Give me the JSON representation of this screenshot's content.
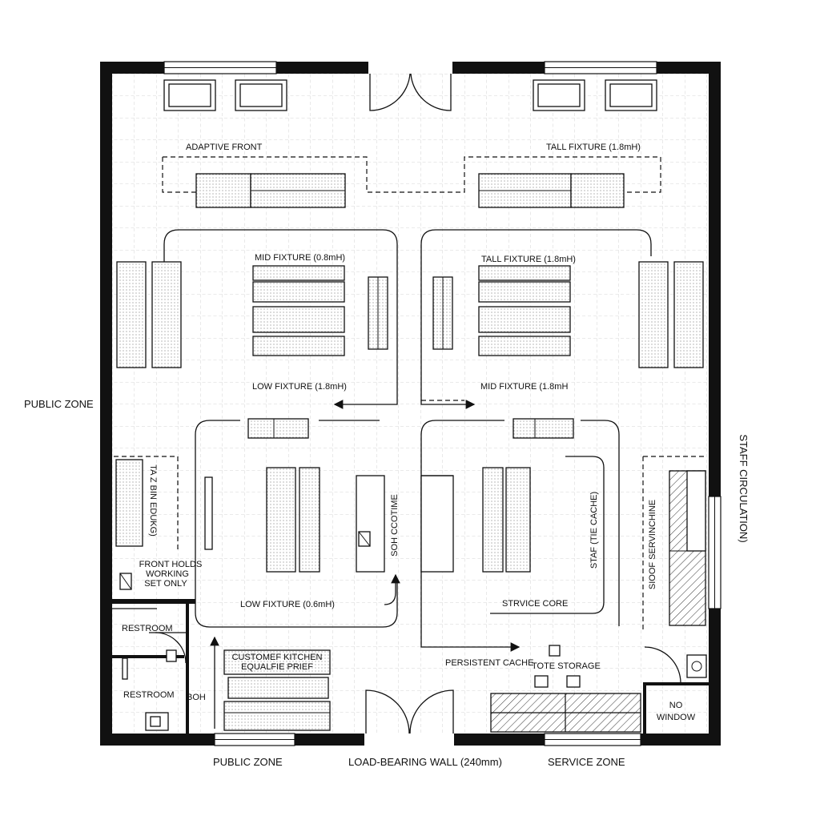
{
  "labels": {
    "adaptive_front": "ADAPTIVE FRONT",
    "tall_fixture_top": "TALL FIXTURE (1.8mH)",
    "mid_fixture_left": "MID FIXTURE (0.8mH)",
    "tall_fixture_right": "TALL FIXTURE (1.8mH)",
    "low_fixture_left": "LOW FIXTURE (1.8mH)",
    "mid_fixture_right": "MID FIXTURE (1.8mH",
    "public_zone_left": "PUBLIC ZONE",
    "staff_circulation": "STAFF CIRCULATION)",
    "taz_bin_edukg": "TA Z BIN EDUKG)",
    "front_holds": [
      "FRONT HOLDS",
      "WORKING",
      "SET ONLY"
    ],
    "soh_ccotime": "SOH CCOTIME",
    "staf_cache": "STAF (TIE CACHE)",
    "sioof_servinchine": "SIOOF SERVINCHINE",
    "low_fixture_bottom": "LOW FIXTURE (0.6mH)",
    "service_core": "STRVICE CORE",
    "restroom_top": "RESTROOM",
    "restroom_bottom": "RESTROOM",
    "boh": "BOH",
    "customer_kitchen": [
      "CUSTOMEF KITCHEN",
      "EQUALFIE PRIEF"
    ],
    "persistent_cache": "PERSISTENT CACHE",
    "tote_storage": "TOTE STORAGE",
    "no_window": [
      "NO",
      "WINDOW"
    ],
    "public_zone_bottom": "PUBLIC ZONE",
    "load_bearing_wall": "LOAD-BEARING WALL (240mm)",
    "service_zone": "SERVICE ZONE"
  }
}
